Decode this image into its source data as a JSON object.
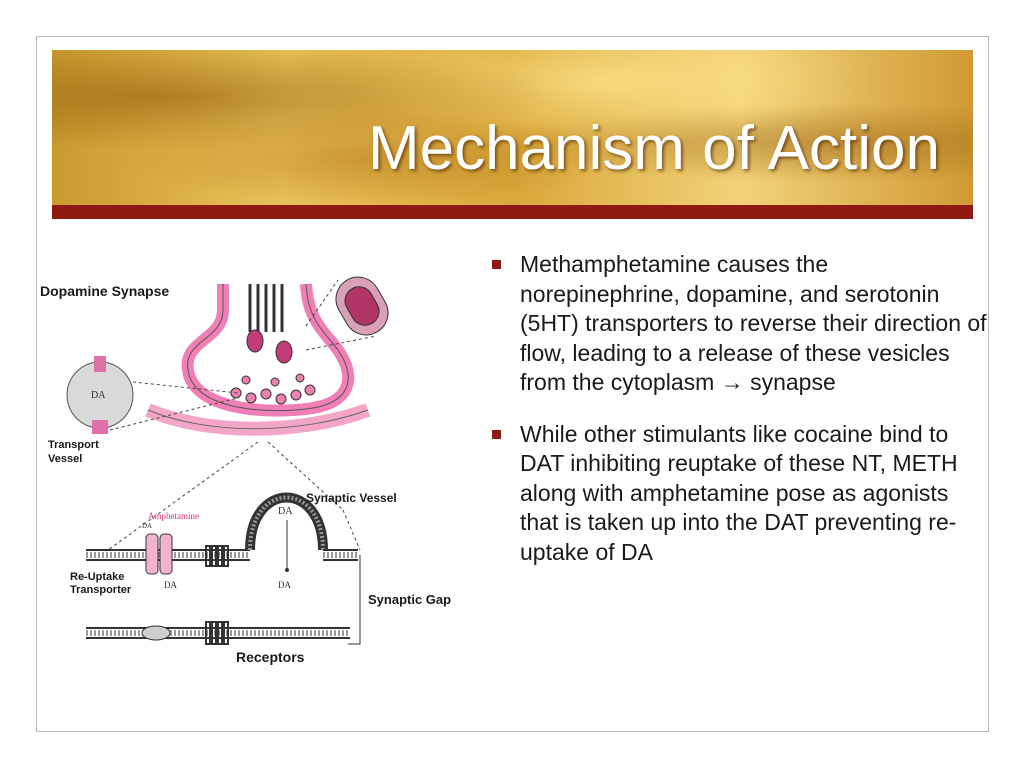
{
  "slide": {
    "title": "Mechanism of Action",
    "accent_color": "#8e1a12",
    "bullets": [
      {
        "parts": [
          "Methamphetamine causes the norepinephrine, dopamine, and serotonin (5HT) transporters to reverse their direction of flow, leading to a release of these vesicles from the cytoplasm ",
          "→",
          " synapse"
        ]
      },
      {
        "parts": [
          "While other stimulants like cocaine bind to DAT inhibiting reuptake of these NT, METH along with amphetamine pose as agonists that is taken up into the DAT preventing re-uptake of DA"
        ]
      }
    ]
  },
  "diagram": {
    "labels": {
      "dopamine_synapse": "Dopamine Synapse",
      "transport_vessel_1": "Transport",
      "transport_vessel_2": "Vessel",
      "da_vesicle": "DA",
      "synaptic_vessel": "Synaptic Vessel",
      "amphetamine": "Amphetamine",
      "da_top": "DA",
      "da_mid": "DA",
      "da_left_small": "DA",
      "da_bottom_left": "DA",
      "reuptake_1": "Re-Uptake",
      "reuptake_2": "Transporter",
      "synaptic_gap": "Synaptic Gap",
      "receptors": "Receptors"
    }
  }
}
